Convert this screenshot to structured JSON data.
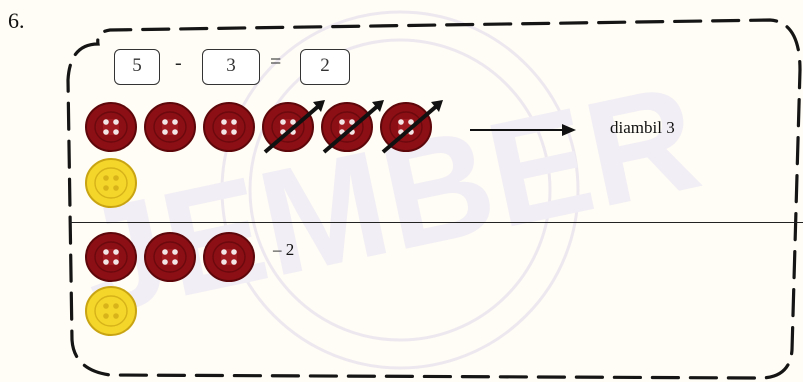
{
  "question_number": "6.",
  "equation": {
    "minuend": "5",
    "operator_minus": "-",
    "subtrahend": "3",
    "operator_equals": "=",
    "result": "2"
  },
  "top_group": {
    "red_buttons": 6,
    "crossed_out": 3,
    "yellow_buttons": 1,
    "arrow_label": "diambil 3"
  },
  "bottom_group": {
    "red_buttons": 3,
    "yellow_buttons": 1,
    "side_label": "– 2"
  },
  "watermark_text": "JEMBER",
  "colors": {
    "red_button": "#8b0f14",
    "yellow_button": "#f4d52a",
    "border": "#222222",
    "background": "#fffdf5"
  }
}
